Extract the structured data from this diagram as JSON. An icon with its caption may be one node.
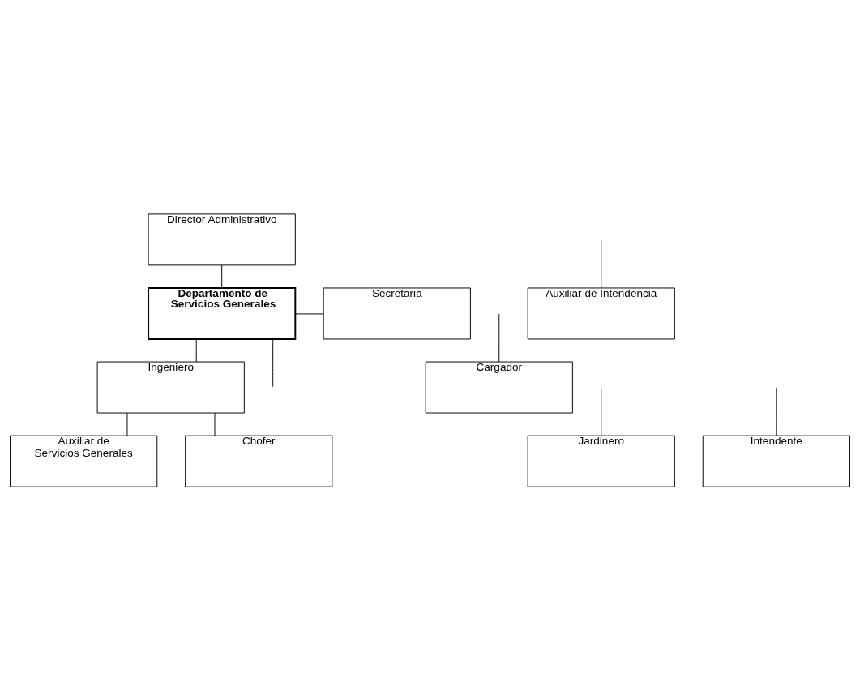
{
  "diagram": {
    "nodes": [
      {
        "text": [
          "Director Administrativo"
        ]
      },
      {
        "text": [
          "Departamento de Servicios Generales"
        ]
      },
      {
        "text": [
          "Secretaria"
        ]
      },
      {
        "text": [
          "Ingeniero"
        ]
      },
      {
        "text": [
          "Auxiliar de Servicios Generales"
        ]
      },
      {
        "text": [
          "Chofer"
        ]
      },
      {
        "text": [
          "Cargador"
        ]
      },
      {
        "text": [
          "Jardinero"
        ]
      },
      {
        "text": [
          "Intendente"
        ]
      },
      {
        "text": [
          "Auxiliar de Intendencia"
        ]
      }
    ],
    "edges": [
      {
        "from": 0,
        "to": 1,
        "arrow": "none"
      },
      {
        "from": 1,
        "to": 2,
        "arrow": "none"
      },
      {
        "from": 1,
        "to": 3,
        "arrow": "none"
      },
      {
        "from": 1,
        "to": null,
        "arrow": "none"
      },
      {
        "from": 3,
        "to": 4,
        "arrow": "none"
      },
      {
        "from": 3,
        "to": 5,
        "arrow": "none"
      },
      {
        "from": null,
        "to": 6,
        "arrow": "none"
      },
      {
        "from": null,
        "to": 7,
        "arrow": "none"
      },
      {
        "from": null,
        "to": 8,
        "arrow": "none"
      },
      {
        "from": null,
        "to": 9,
        "arrow": "none"
      }
    ]
  }
}
